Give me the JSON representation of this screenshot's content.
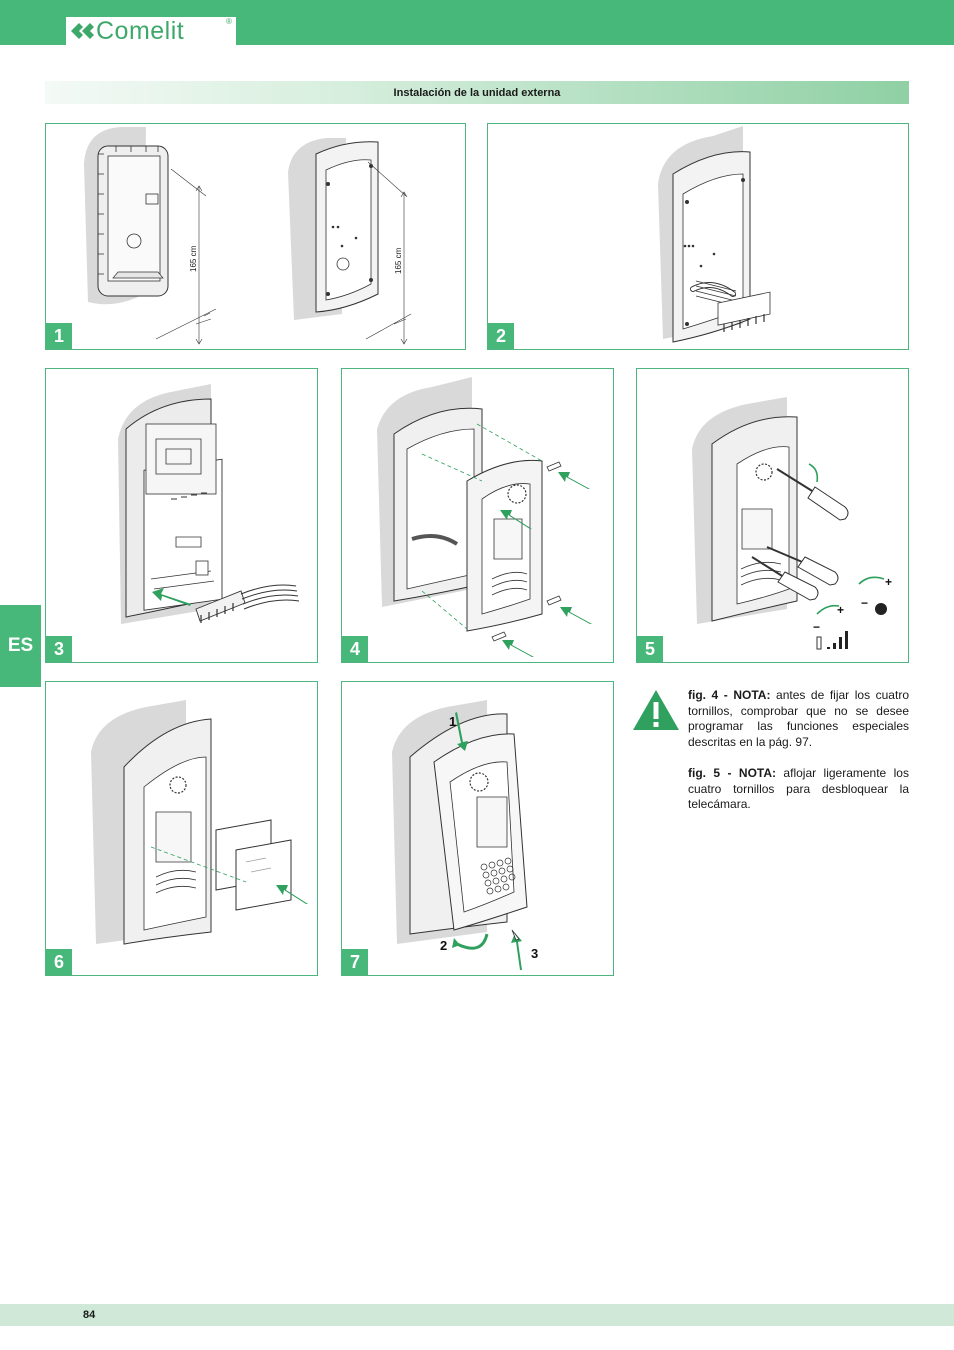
{
  "header": {
    "brand": "Comelit",
    "registered": "®"
  },
  "section_title": "Instalación de la unidad externa",
  "language_tab": "ES",
  "figures": [
    {
      "number": "1",
      "dimension_left": "165 cm",
      "dimension_right": "165 cm"
    },
    {
      "number": "2"
    },
    {
      "number": "3"
    },
    {
      "number": "4"
    },
    {
      "number": "5"
    },
    {
      "number": "6"
    },
    {
      "number": "7",
      "step_labels": [
        "1",
        "2",
        "3"
      ]
    }
  ],
  "notes": [
    {
      "label": "fig. 4 - NOTA:",
      "text": " antes de fijar los cuatro tornillos, comprobar que no se desee programar las funciones especiales descritas en la pág. 97."
    },
    {
      "label": "fig. 5 - NOTA:",
      "text": " aflojar ligeramente los cuatro tornillos para desbloquear la telecámara."
    }
  ],
  "footer": {
    "page_number": "84"
  },
  "colors": {
    "brand_green": "#48b87a",
    "arrow_green": "#2fa05e",
    "shadow_gray": "#d9d9d9"
  },
  "icons": [
    "comelit-logo-icon",
    "warning-icon",
    "arrow-icon",
    "screwdriver-icon",
    "screw-icon"
  ]
}
